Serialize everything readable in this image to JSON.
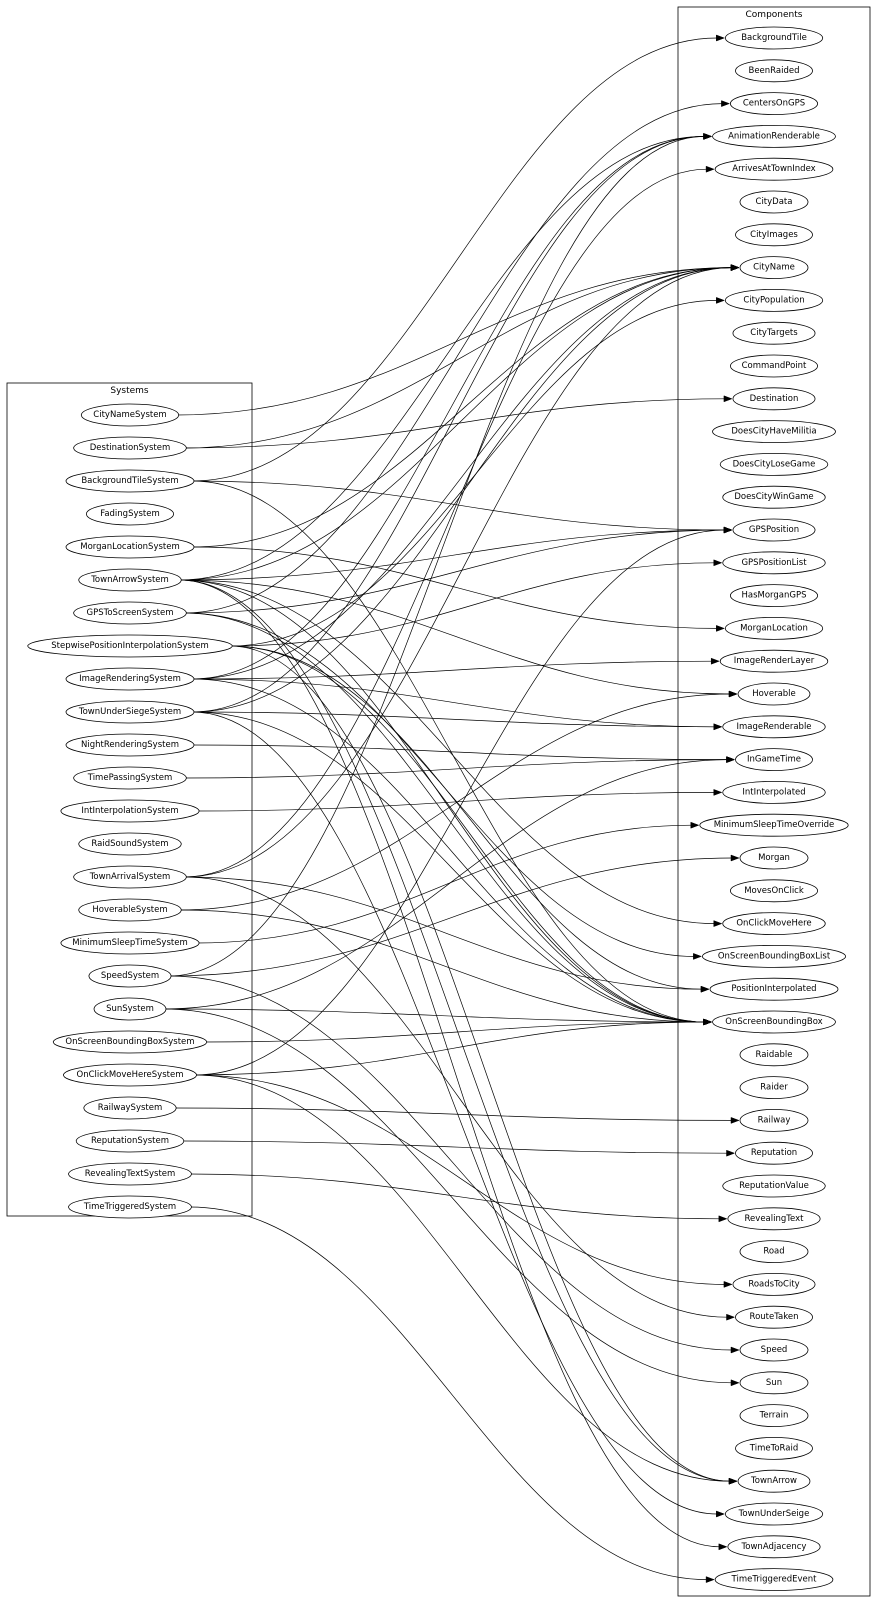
{
  "clusters": {
    "systems_label": "Systems",
    "components_label": "Components"
  },
  "systems": [
    "CityNameSystem",
    "DestinationSystem",
    "BackgroundTileSystem",
    "FadingSystem",
    "MorganLocationSystem",
    "TownArrowSystem",
    "GPSToScreenSystem",
    "StepwisePositionInterpolationSystem",
    "ImageRenderingSystem",
    "TownUnderSiegeSystem",
    "NightRenderingSystem",
    "TimePassingSystem",
    "IntInterpolationSystem",
    "RaidSoundSystem",
    "TownArrivalSystem",
    "HoverableSystem",
    "MinimumSleepTimeSystem",
    "SpeedSystem",
    "SunSystem",
    "OnScreenBoundingBoxSystem",
    "OnClickMoveHereSystem",
    "RailwaySystem",
    "ReputationSystem",
    "RevealingTextSystem",
    "TimeTriggeredSystem"
  ],
  "components": [
    "BackgroundTile",
    "BeenRaided",
    "CentersOnGPS",
    "AnimationRenderable",
    "ArrivesAtTownIndex",
    "CityData",
    "CityImages",
    "CityName",
    "CityPopulation",
    "CityTargets",
    "CommandPoint",
    "Destination",
    "DoesCityHaveMilitia",
    "DoesCityLoseGame",
    "DoesCityWinGame",
    "GPSPosition",
    "GPSPositionList",
    "HasMorganGPS",
    "MorganLocation",
    "ImageRenderLayer",
    "Hoverable",
    "ImageRenderable",
    "InGameTime",
    "IntInterpolated",
    "MinimumSleepTimeOverride",
    "Morgan",
    "MovesOnClick",
    "OnClickMoveHere",
    "OnScreenBoundingBoxList",
    "PositionInterpolated",
    "OnScreenBoundingBox",
    "Raidable",
    "Raider",
    "Railway",
    "Reputation",
    "ReputationValue",
    "RevealingText",
    "Road",
    "RoadsToCity",
    "RouteTaken",
    "Speed",
    "Sun",
    "Terrain",
    "TimeToRaid",
    "TownArrow",
    "TownUnderSeige",
    "TownAdjacency",
    "TimeTriggeredEvent"
  ],
  "edges": [
    [
      "CityNameSystem",
      "CityName"
    ],
    [
      "DestinationSystem",
      "CityName"
    ],
    [
      "DestinationSystem",
      "Destination"
    ],
    [
      "BackgroundTileSystem",
      "BackgroundTile"
    ],
    [
      "BackgroundTileSystem",
      "GPSPosition"
    ],
    [
      "BackgroundTileSystem",
      "OnScreenBoundingBox"
    ],
    [
      "MorganLocationSystem",
      "CityName"
    ],
    [
      "MorganLocationSystem",
      "MorganLocation"
    ],
    [
      "TownArrowSystem",
      "AnimationRenderable"
    ],
    [
      "TownArrowSystem",
      "CityName"
    ],
    [
      "TownArrowSystem",
      "GPSPosition"
    ],
    [
      "TownArrowSystem",
      "Hoverable"
    ],
    [
      "TownArrowSystem",
      "OnClickMoveHere"
    ],
    [
      "TownArrowSystem",
      "OnScreenBoundingBox"
    ],
    [
      "TownArrowSystem",
      "TownArrow"
    ],
    [
      "TownArrowSystem",
      "TownAdjacency"
    ],
    [
      "GPSToScreenSystem",
      "CentersOnGPS"
    ],
    [
      "GPSToScreenSystem",
      "GPSPosition"
    ],
    [
      "GPSToScreenSystem",
      "OnScreenBoundingBoxList"
    ],
    [
      "GPSToScreenSystem",
      "OnScreenBoundingBox"
    ],
    [
      "StepwisePositionInterpolationSystem",
      "GPSPositionList"
    ],
    [
      "StepwisePositionInterpolationSystem",
      "CityPopulation"
    ],
    [
      "StepwisePositionInterpolationSystem",
      "PositionInterpolated"
    ],
    [
      "StepwisePositionInterpolationSystem",
      "OnScreenBoundingBox"
    ],
    [
      "StepwisePositionInterpolationSystem",
      "TownArrow"
    ],
    [
      "ImageRenderingSystem",
      "AnimationRenderable"
    ],
    [
      "ImageRenderingSystem",
      "CityName"
    ],
    [
      "ImageRenderingSystem",
      "ImageRenderLayer"
    ],
    [
      "ImageRenderingSystem",
      "ImageRenderable"
    ],
    [
      "ImageRenderingSystem",
      "OnScreenBoundingBox"
    ],
    [
      "TownUnderSiegeSystem",
      "AnimationRenderable"
    ],
    [
      "TownUnderSiegeSystem",
      "CityName"
    ],
    [
      "TownUnderSiegeSystem",
      "ImageRenderable"
    ],
    [
      "TownUnderSiegeSystem",
      "OnScreenBoundingBox"
    ],
    [
      "TownUnderSiegeSystem",
      "TownUnderSeige"
    ],
    [
      "NightRenderingSystem",
      "InGameTime"
    ],
    [
      "TimePassingSystem",
      "InGameTime"
    ],
    [
      "IntInterpolationSystem",
      "IntInterpolated"
    ],
    [
      "TownArrivalSystem",
      "ArrivesAtTownIndex"
    ],
    [
      "TownArrivalSystem",
      "CityName"
    ],
    [
      "TownArrivalSystem",
      "PositionInterpolated"
    ],
    [
      "TownArrivalSystem",
      "RouteTaken"
    ],
    [
      "HoverableSystem",
      "Hoverable"
    ],
    [
      "HoverableSystem",
      "OnScreenBoundingBox"
    ],
    [
      "MinimumSleepTimeSystem",
      "MinimumSleepTimeOverride"
    ],
    [
      "SpeedSystem",
      "Morgan"
    ],
    [
      "SpeedSystem",
      "AnimationRenderable"
    ],
    [
      "SpeedSystem",
      "Speed"
    ],
    [
      "SunSystem",
      "InGameTime"
    ],
    [
      "SunSystem",
      "OnScreenBoundingBox"
    ],
    [
      "SunSystem",
      "Sun"
    ],
    [
      "OnScreenBoundingBoxSystem",
      "OnScreenBoundingBox"
    ],
    [
      "OnClickMoveHereSystem",
      "GPSPosition"
    ],
    [
      "OnClickMoveHereSystem",
      "OnScreenBoundingBox"
    ],
    [
      "OnClickMoveHereSystem",
      "TownArrow"
    ],
    [
      "OnClickMoveHereSystem",
      "RoadsToCity"
    ],
    [
      "RailwaySystem",
      "Railway"
    ],
    [
      "ReputationSystem",
      "Reputation"
    ],
    [
      "RevealingTextSystem",
      "RevealingText"
    ],
    [
      "TimeTriggeredSystem",
      "TimeTriggeredEvent"
    ]
  ]
}
